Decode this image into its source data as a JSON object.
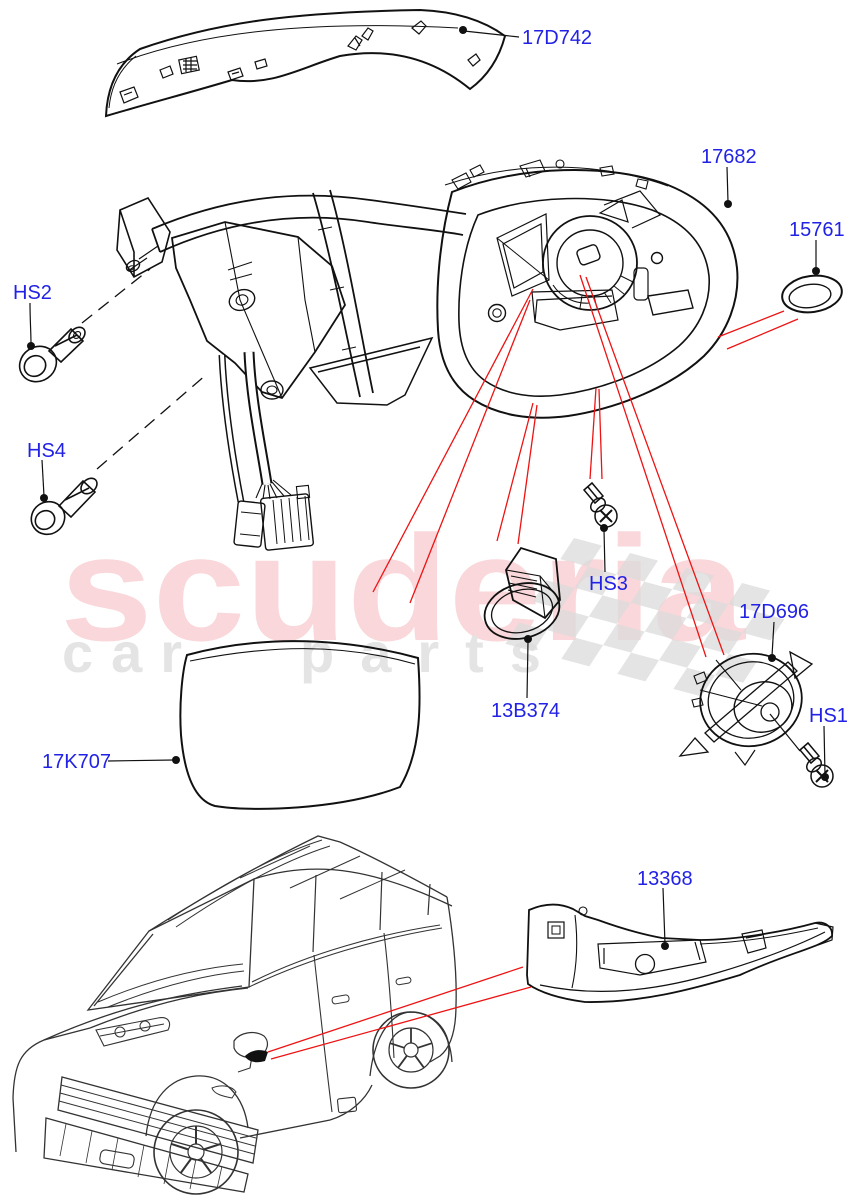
{
  "diagram": {
    "type": "exploded-parts-diagram",
    "subject": "door-mirror-assembly-with-vehicle-location-view",
    "labels": [
      {
        "id": "17D742",
        "text": "17D742",
        "part": "mirror-cover-cap"
      },
      {
        "id": "17682",
        "text": "17682",
        "part": "mirror-housing"
      },
      {
        "id": "15761",
        "text": "15761",
        "part": "round-cap"
      },
      {
        "id": "HS2",
        "text": "HS2",
        "part": "flanged-screw"
      },
      {
        "id": "HS4",
        "text": "HS4",
        "part": "flanged-screw"
      },
      {
        "id": "17K707",
        "text": "17K707",
        "part": "mirror-glass"
      },
      {
        "id": "13B374",
        "text": "13B374",
        "part": "puddle-lamp-grommet"
      },
      {
        "id": "HS3",
        "text": "HS3",
        "part": "small-screw"
      },
      {
        "id": "17D696",
        "text": "17D696",
        "part": "mirror-motor"
      },
      {
        "id": "HS1",
        "text": "HS1",
        "part": "small-screw"
      },
      {
        "id": "13368",
        "text": "13368",
        "part": "turn-signal-lamp"
      }
    ]
  },
  "watermark": {
    "brand": "scuderia",
    "tagline_left": "car",
    "tagline_right": "parts"
  },
  "colors": {
    "label_blue": "#2222e6",
    "leader_red": "#ee1313",
    "line_black": "#111111",
    "car_line": "#333333",
    "watermark_pink": "#f9d7da",
    "watermark_gray": "#e4e4e4",
    "flag_gray": "#dcdcdc"
  }
}
